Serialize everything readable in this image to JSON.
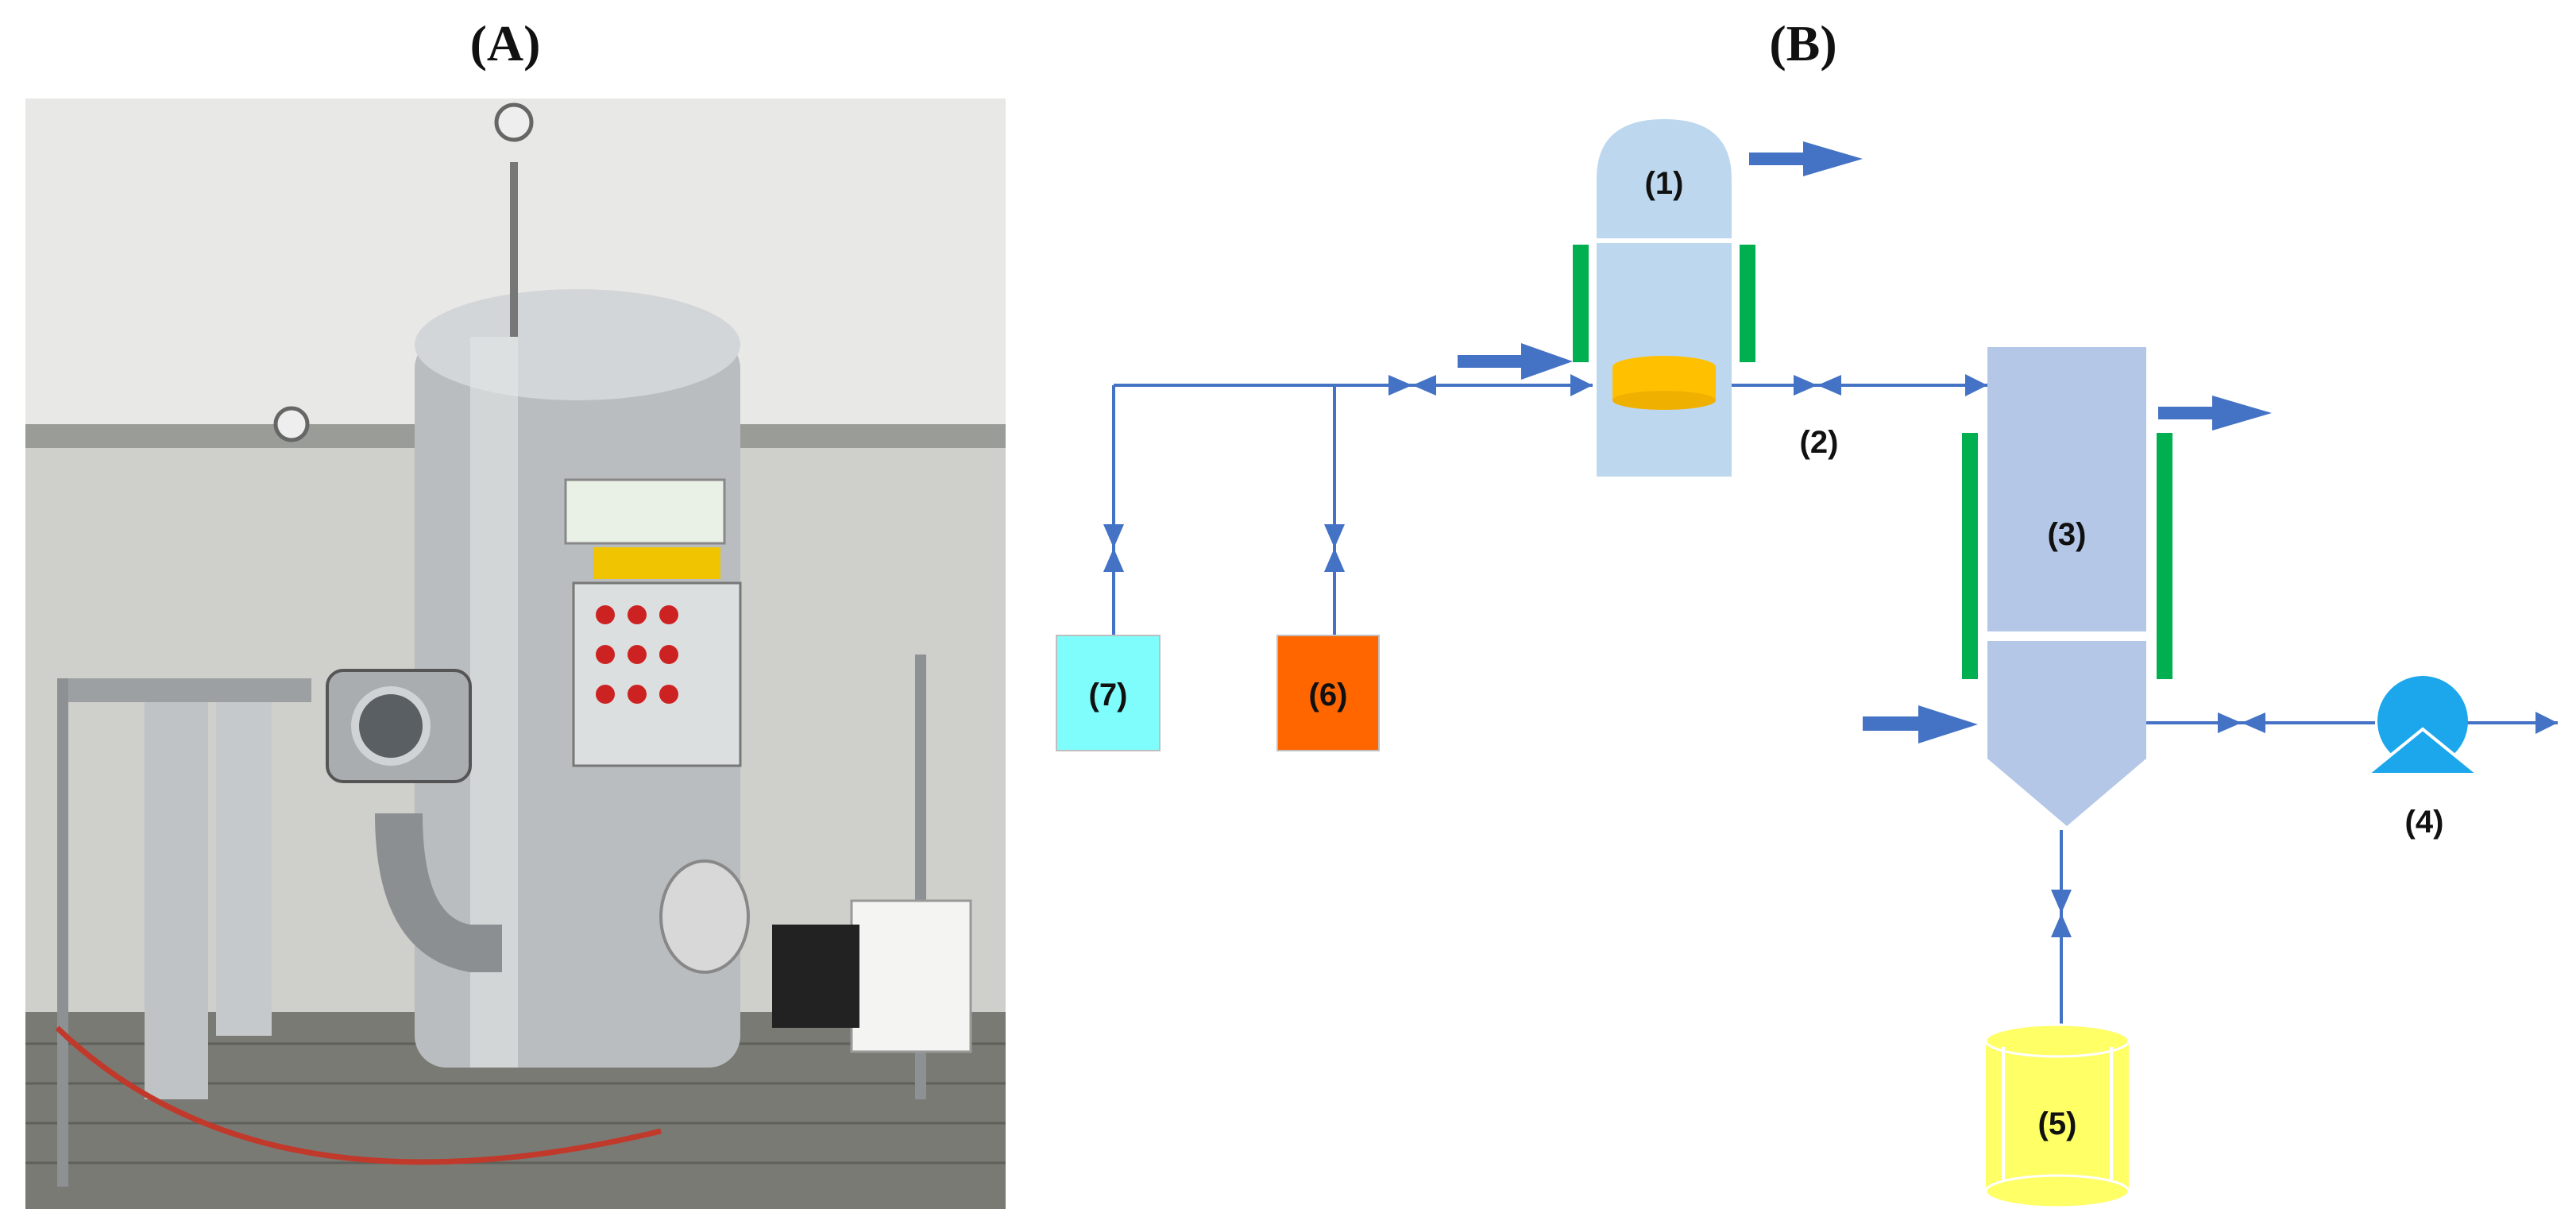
{
  "panel_a": {
    "label": "(A)"
  },
  "panel_b": {
    "label": "(B)",
    "components": [
      {
        "id": "1",
        "label": "(1)",
        "color": "#bdd7ee"
      },
      {
        "id": "2",
        "label": "(2)"
      },
      {
        "id": "3",
        "label": "(3)",
        "color": "#b4c7e7"
      },
      {
        "id": "4",
        "label": "(4)",
        "color": "#1ca7ec"
      },
      {
        "id": "5",
        "label": "(5)",
        "color": "#ffff66"
      },
      {
        "id": "6",
        "label": "(6)",
        "color": "#ff6600"
      },
      {
        "id": "7",
        "label": "(7)",
        "color": "#7ffcfc"
      }
    ],
    "colors": {
      "line": "#4472c4",
      "heater": "#00b050",
      "sample": "#ffc000"
    }
  }
}
